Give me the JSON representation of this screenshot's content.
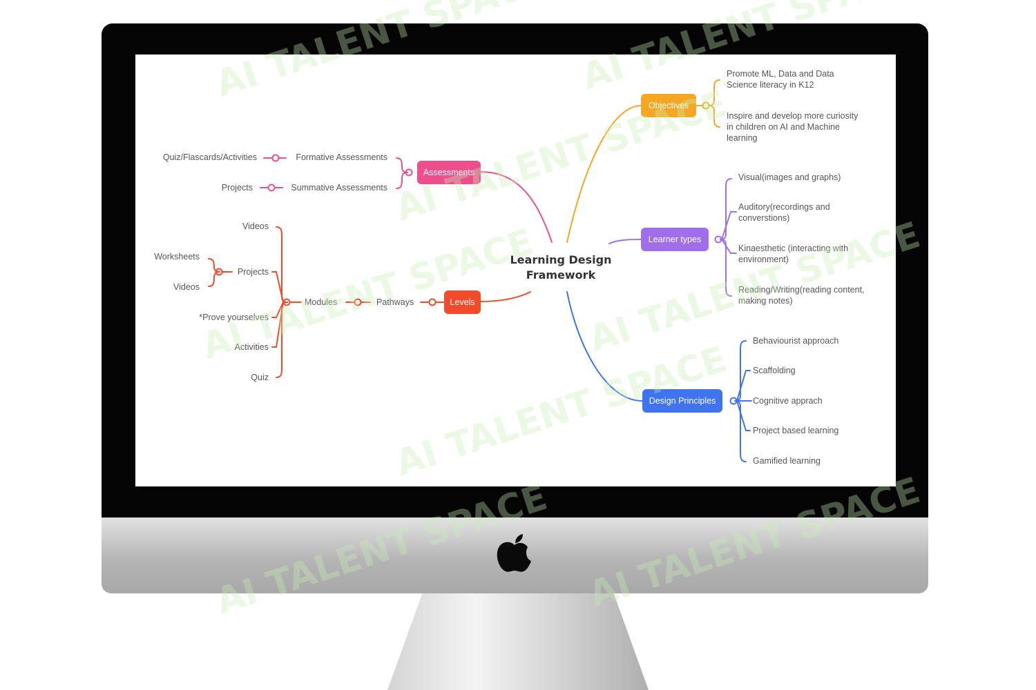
{
  "colors": {
    "objectives": "#f5a623",
    "learner_types": "#a06ee8",
    "design_principles": "#3f73f0",
    "assessments": "#ec4f8c",
    "levels": "#f24a2a",
    "watermark": "#c7f0b4"
  },
  "mindmap": {
    "center": {
      "line1": "Learning Design",
      "line2": "Framework"
    },
    "objectives": {
      "label": "Objectives",
      "items": [
        [
          "Promote ML, Data and Data",
          "Science literacy in K12"
        ],
        [
          "Inspire and develop more curiosity",
          "in children on AI and Machine",
          "learning"
        ]
      ]
    },
    "learner_types": {
      "label": "Learner types",
      "items": [
        [
          "Visual(images and graphs)"
        ],
        [
          "Auditory(recordings and",
          "converstions)"
        ],
        [
          "Kinaesthetic (interacting with",
          "environment)"
        ],
        [
          "Reading/Writing(reading content,",
          "making notes)"
        ]
      ]
    },
    "design_principles": {
      "label": "Design Principles",
      "items": [
        "Behaviourist approach",
        "Scaffolding",
        "Cognitive apprach",
        "Project based learning",
        "Gamified learning"
      ]
    },
    "assessments": {
      "label": "Assessments",
      "formative": {
        "label": "Formative Assessments",
        "child": "Quiz/Flascards/Activities"
      },
      "summative": {
        "label": "Summative Assessments",
        "child": "Projects"
      }
    },
    "levels": {
      "label": "Levels",
      "pathways": "Pathways",
      "modules": "Modules",
      "module_items": [
        "Videos",
        "Projects",
        "*Prove yourselves",
        "Activities",
        "Quiz"
      ],
      "project_items": [
        "Worksheets",
        "Videos"
      ]
    }
  },
  "watermark": {
    "text": "AI TALENT SPACE"
  },
  "device": {
    "logo": "apple-logo-icon"
  }
}
